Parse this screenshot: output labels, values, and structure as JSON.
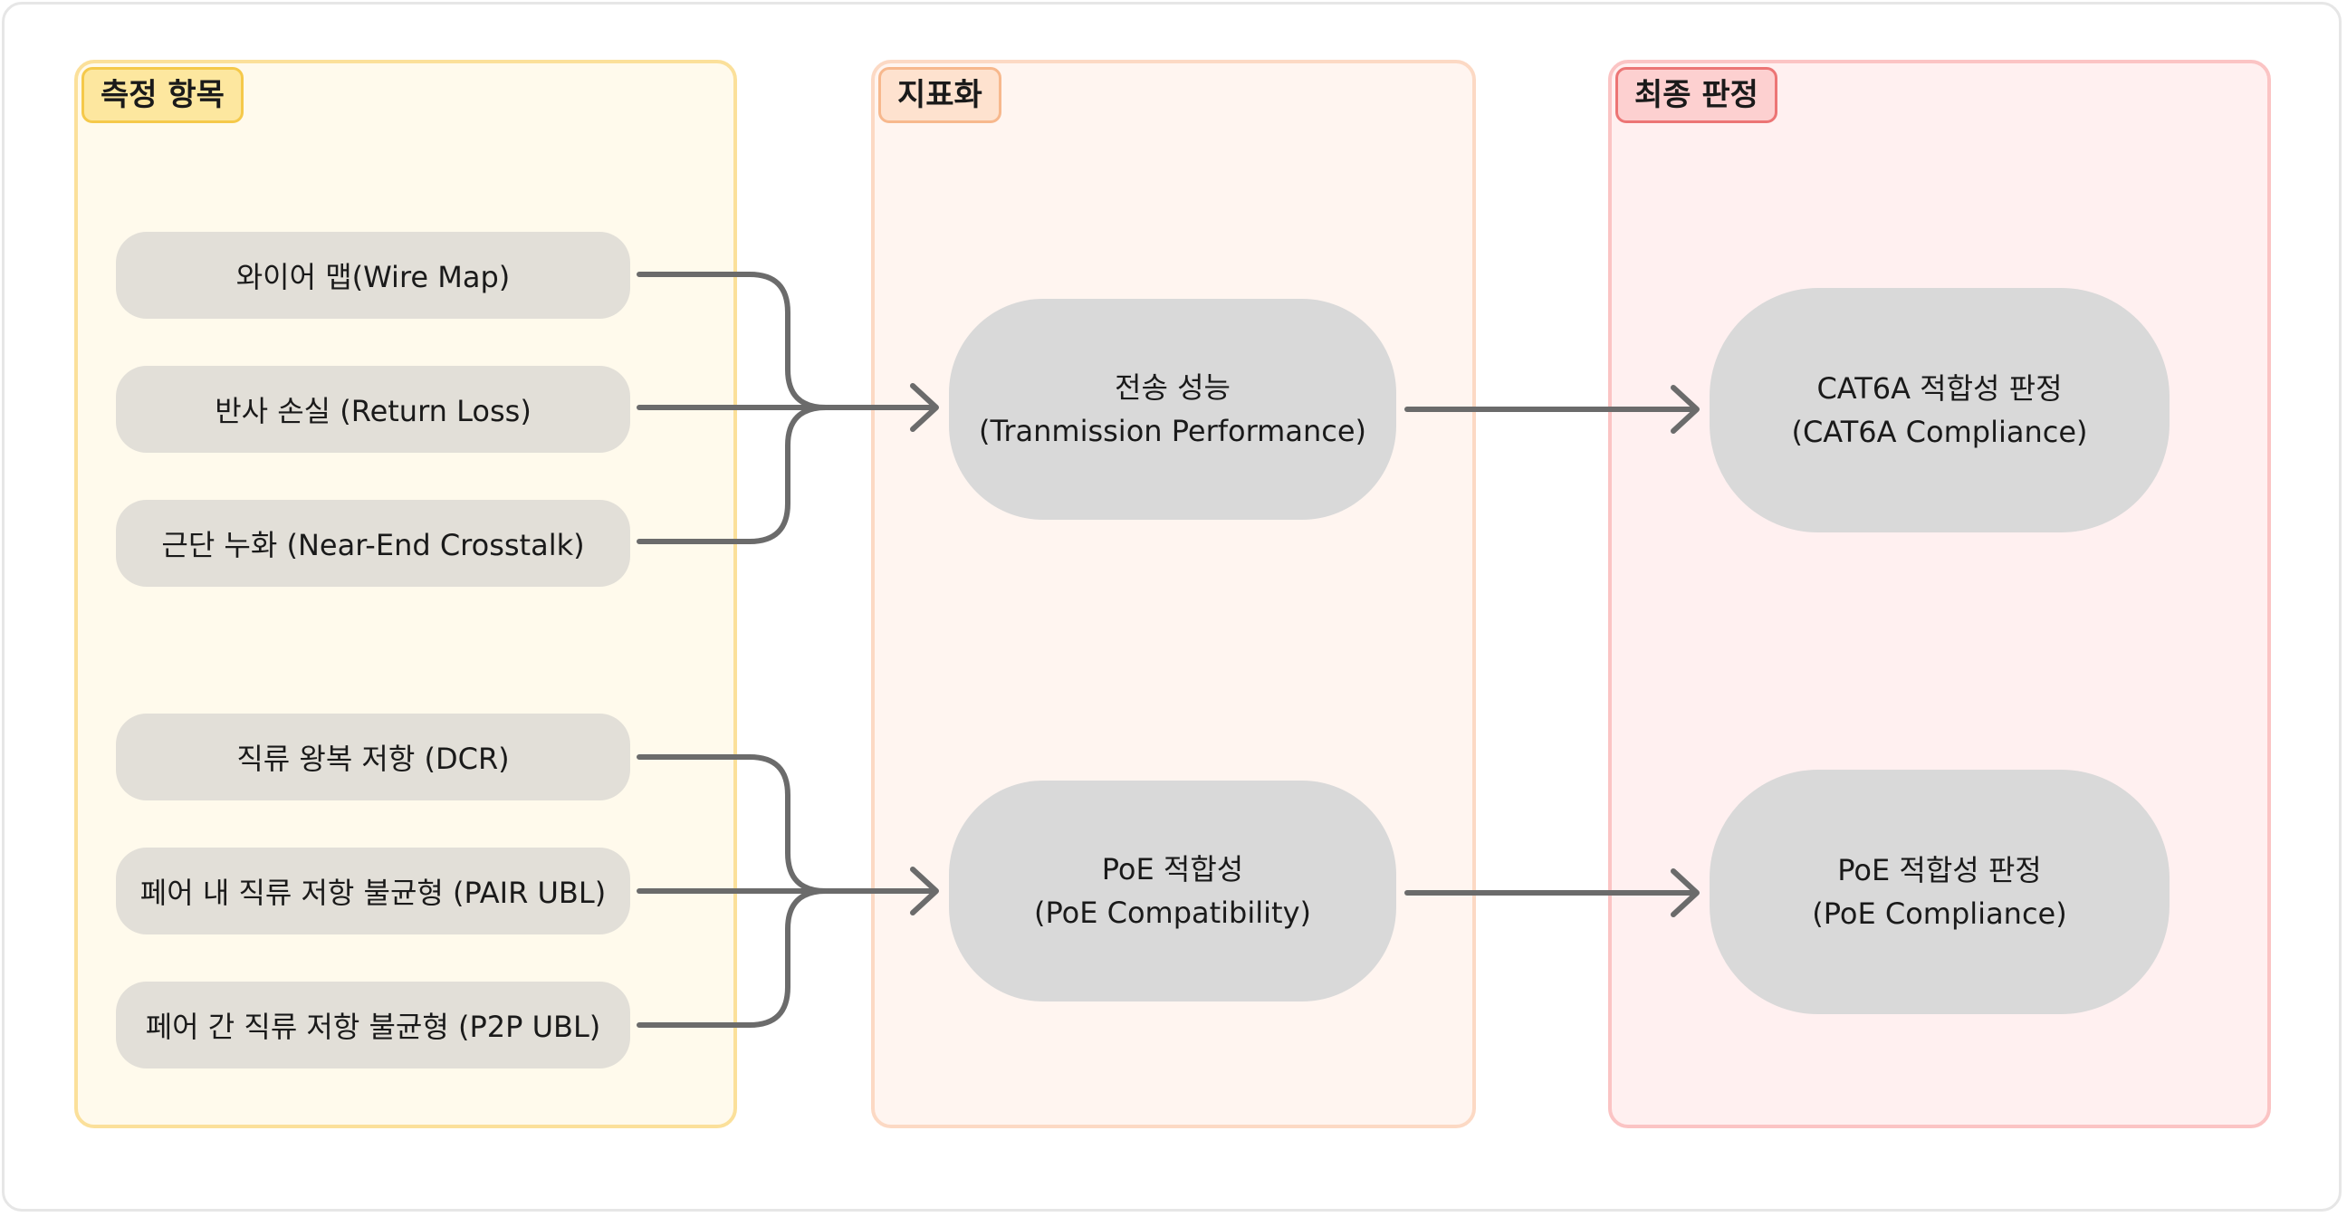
{
  "groups": {
    "measurement": "측정 항목",
    "indicator": "지표화",
    "verdict": "최종 판정"
  },
  "measurements": [
    "와이어 맵(Wire Map)",
    "반사 손실 (Return Loss)",
    "근단 누화 (Near-End Crosstalk)",
    "직류 왕복 저항 (DCR)",
    "페어 내 직류 저항 불균형 (PAIR UBL)",
    "페어 간 직류 저항 불균형 (P2P UBL)"
  ],
  "indicators": [
    {
      "line1": "전송 성능",
      "line2": "(Tranmission Performance)"
    },
    {
      "line1": "PoE 적합성",
      "line2": "(PoE Compatibility)"
    }
  ],
  "verdicts": [
    {
      "line1": "CAT6A 적합성 판정",
      "line2": "(CAT6A Compliance)"
    },
    {
      "line1": "PoE 적합성 판정",
      "line2": "(PoE Compliance)"
    }
  ],
  "colors": {
    "connector": "#6b6b6b",
    "node_fill": "#d9d9d9",
    "measurement_fill": "#e2dfd8"
  }
}
